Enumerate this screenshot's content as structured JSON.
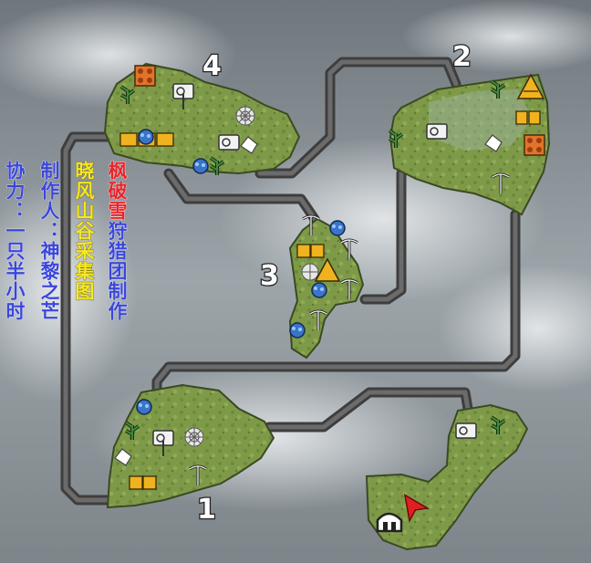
{
  "map": {
    "zones": [
      {
        "id": "1",
        "label": "1"
      },
      {
        "id": "2",
        "label": "2"
      },
      {
        "id": "3",
        "label": "3"
      },
      {
        "id": "4",
        "label": "4"
      }
    ]
  },
  "credits": {
    "line1_red": "枫破雪",
    "line1_blue": "狩猎团制作",
    "line2": "晓风山谷采集图",
    "line3": "制作人：神黎之芒",
    "line4": "协力：一只半小时"
  },
  "icons": [
    "ore-mining-icon",
    "bug-catching-icon",
    "herb-gathering-icon",
    "mushroom-icon",
    "honey-icon",
    "bone-pile-icon",
    "fishing-icon",
    "spider-web-icon",
    "player-arrow-icon",
    "base-camp-tent-icon"
  ],
  "colors": {
    "sky": "#8f979c",
    "land": "#7e9a48",
    "path": "#505050",
    "credit_red": "#e8242a",
    "credit_yellow": "#f5e826",
    "credit_blue": "#3a46d8",
    "player_arrow": "#e02020"
  }
}
